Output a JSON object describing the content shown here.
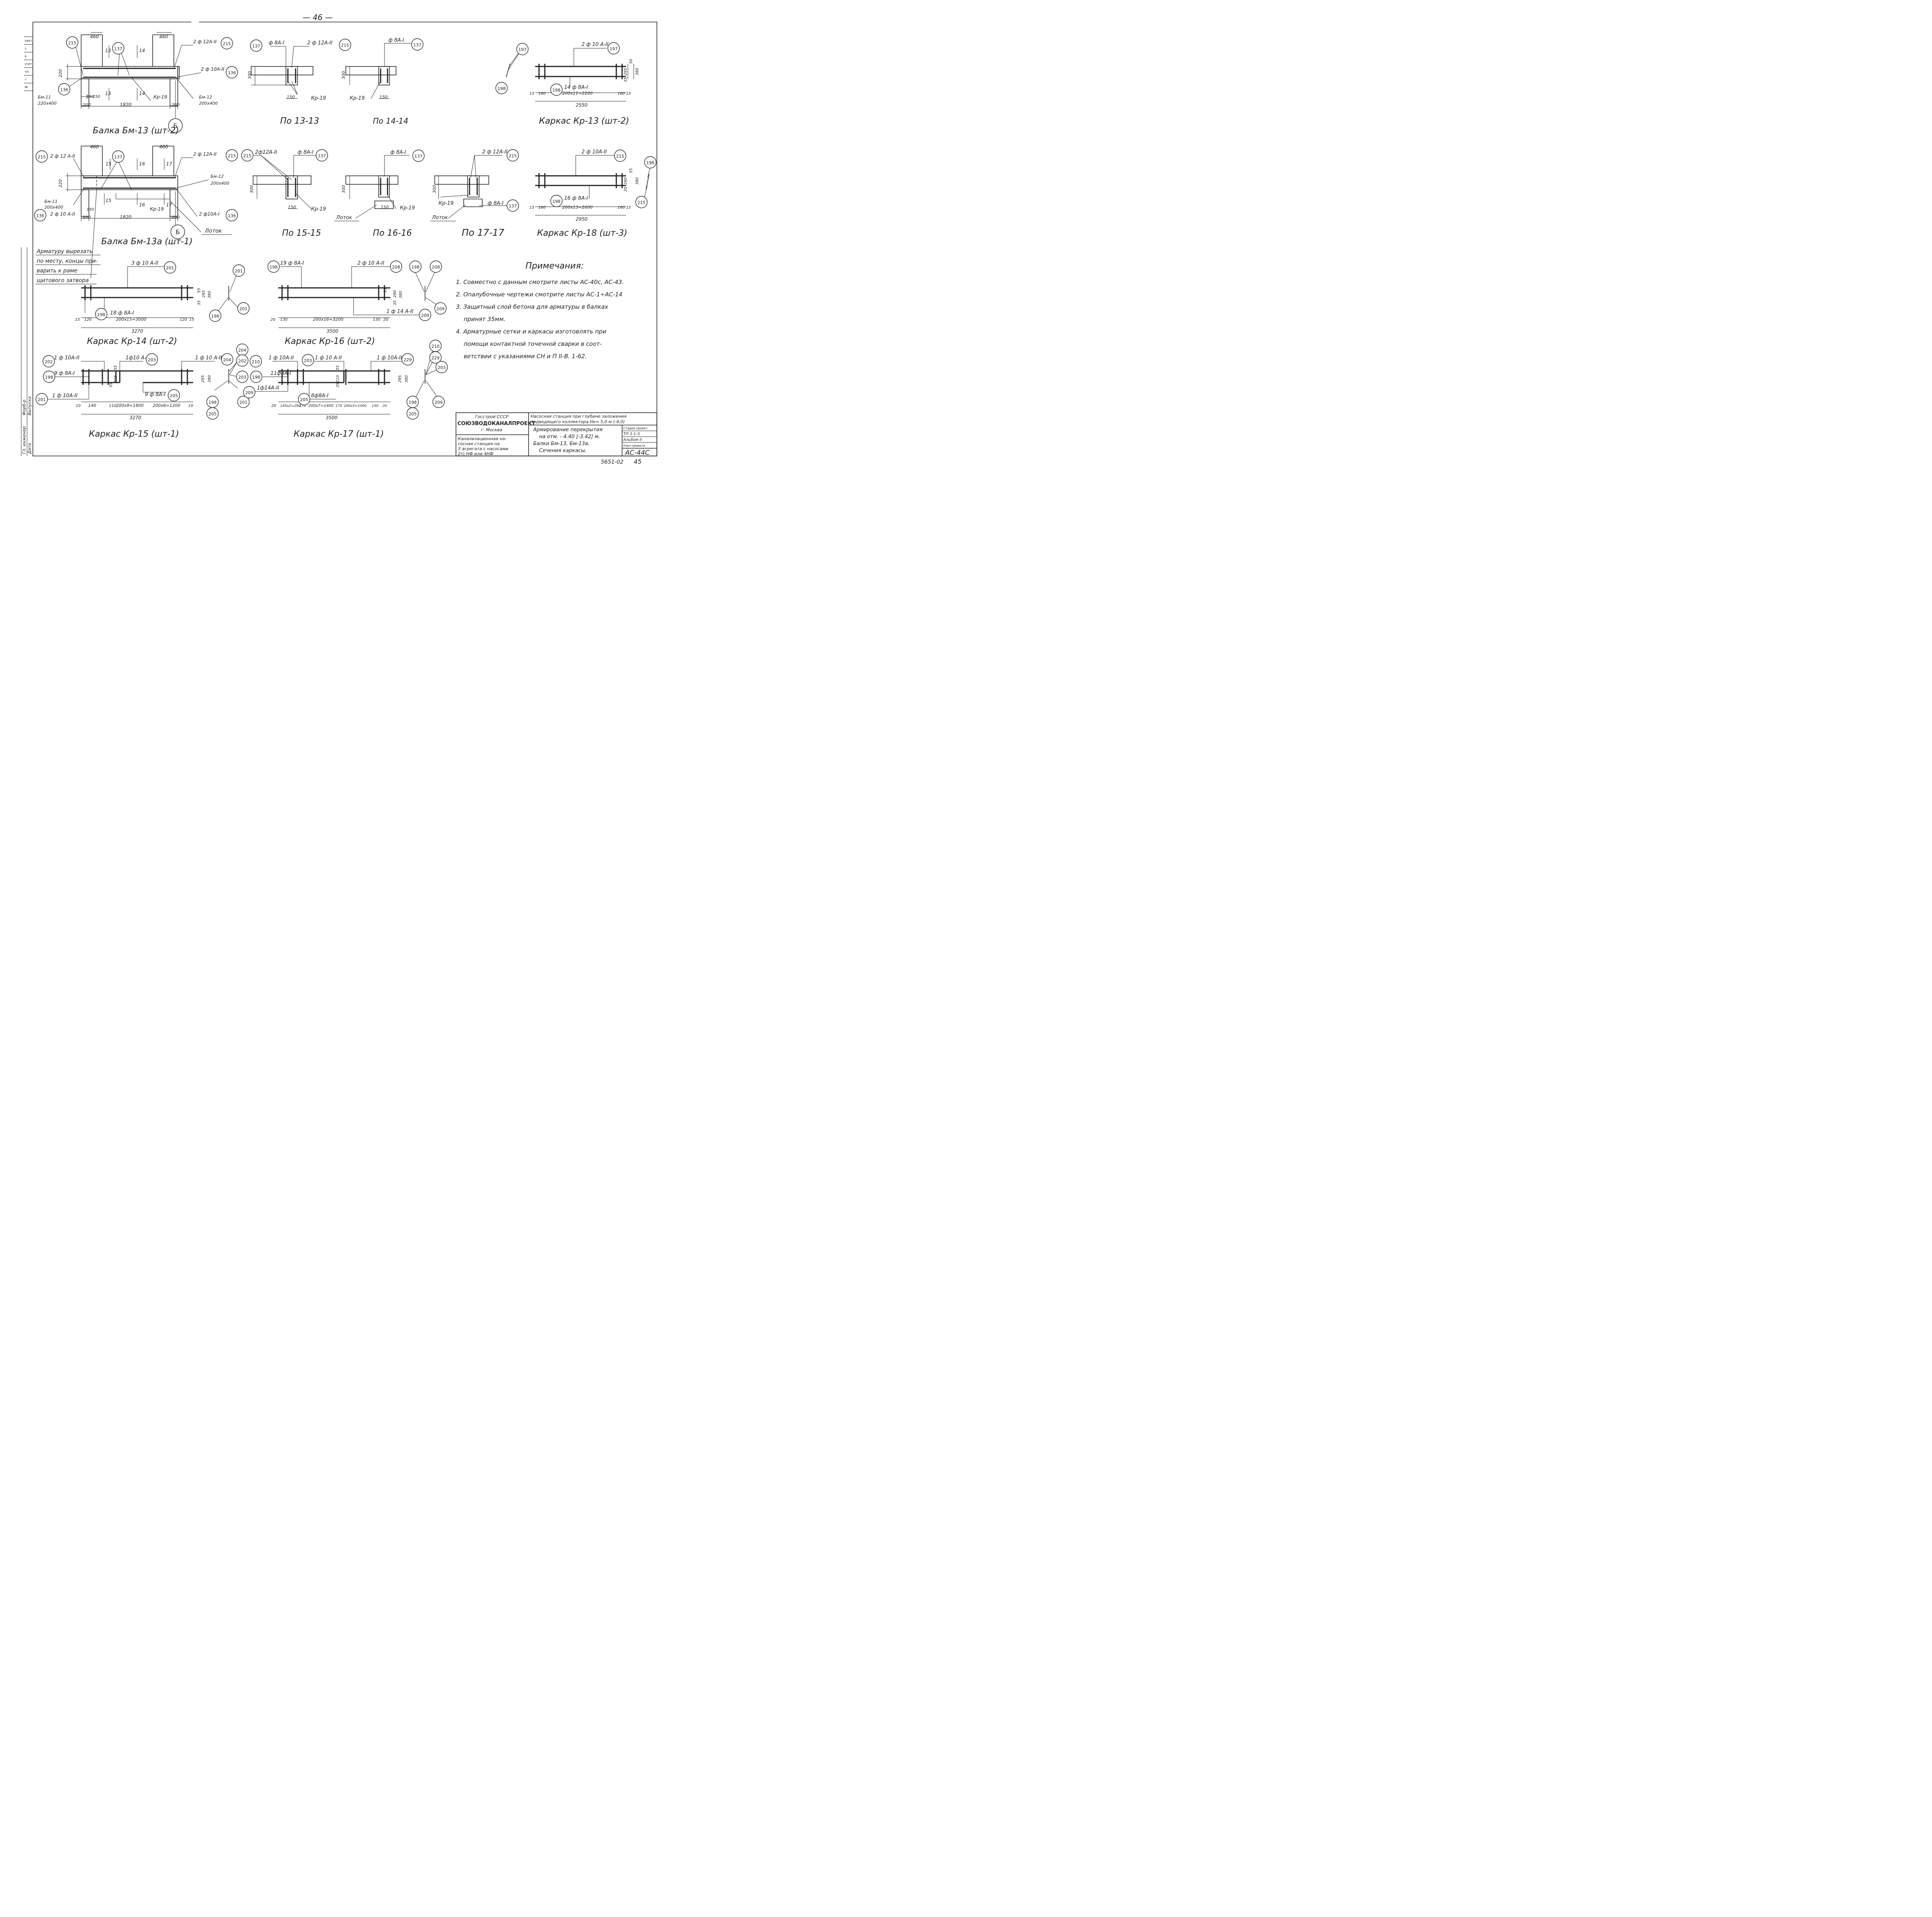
{
  "page_number": "— 46 —",
  "left_strip": [
    "оект",
    "з",
    "в",
    "учет",
    "ч/с",
    "√",
    "№"
  ],
  "left_strip_stamp": {
    "lines": [
      "Гл. инженер",
      "Дата",
      "Форб-р",
      "Выпуска"
    ]
  },
  "views": {
    "bm13": {
      "title": "Балка Бм-13 (шт-2)",
      "dims": [
        "460",
        "460",
        "220",
        "150",
        "150",
        "200",
        "1820",
        "200"
      ],
      "labels": [
        "2 ф 12А-II",
        "2 ф 10А-II",
        "Бм-11",
        "220х400",
        "Бм-12",
        "200х400",
        "Кр-19",
        "13",
        "13",
        "14",
        "14"
      ],
      "marks": [
        "215",
        "137",
        "215",
        "136",
        "136"
      ],
      "axis": "Б"
    },
    "bm13a": {
      "title": "Балка Бм-13а (шт-1)",
      "dims": [
        "460",
        "460",
        "220",
        "150",
        "200",
        "1820",
        "200"
      ],
      "labels": [
        "2 ф 12 А-II",
        "2 ф 12А-II",
        "Бм-12",
        "200х400",
        "Бм-11",
        "200х400",
        "2 ф 10 А-II",
        "2 ф10А-I",
        "Кр-19",
        "Лоток",
        "15",
        "15",
        "16",
        "16",
        "17",
        "17"
      ],
      "marks": [
        "215",
        "137",
        "215",
        "136",
        "136"
      ],
      "axis": "Б"
    },
    "sec13": {
      "title": "По 13-13",
      "dims": [
        "300",
        "150"
      ],
      "labels": [
        "ф 8А-I",
        "2 ф 12А-II",
        "Кр-19"
      ],
      "marks": [
        "137",
        "215"
      ]
    },
    "sec14": {
      "title": "По 14-14",
      "dims": [
        "300",
        "150"
      ],
      "labels": [
        "ф 8А-I",
        "Кр-19"
      ],
      "marks": [
        "137"
      ]
    },
    "sec15": {
      "title": "По 15-15",
      "dims": [
        "300",
        "150"
      ],
      "labels": [
        "2ф12А-II",
        "ф 8А-I",
        "Кр-19"
      ],
      "marks": [
        "215",
        "137"
      ]
    },
    "sec16": {
      "title": "По 16-16",
      "dims": [
        "300",
        "150"
      ],
      "labels": [
        "ф 8А-I",
        "Кр-19",
        "Лоток"
      ],
      "marks": [
        "137"
      ]
    },
    "sec17": {
      "title": "По 17-17",
      "dims": [
        "300"
      ],
      "labels": [
        "2 ф 12А-II",
        "Кр-19",
        "ф 8А-I",
        "Лоток"
      ],
      "marks": [
        "215",
        "137"
      ]
    },
    "kr13": {
      "title": "Каркас Кр-13 (шт-2)",
      "dims": [
        "50",
        "295",
        "380",
        "35",
        "15",
        "160",
        "200х11=2200",
        "160",
        "15",
        "2550"
      ],
      "labels": [
        "2 ф 10 А-II",
        "14 ф 8А-I"
      ],
      "marks": [
        "197",
        "198",
        "198",
        "197"
      ]
    },
    "kr18": {
      "title": "Каркас Кр-18 (шт-3)",
      "dims": [
        "55",
        "290",
        "380",
        "35",
        "15",
        "160",
        "200х13=2600",
        "160",
        "15",
        "2950"
      ],
      "labels": [
        "2 ф 10А-II",
        "16 ф 8А-I"
      ],
      "marks": [
        "215",
        "198",
        "198",
        "215"
      ]
    },
    "kr14": {
      "title": "Каркас Кр-14 (шт-2)",
      "dims": [
        "55",
        "295",
        "380",
        "35",
        "15",
        "120",
        "200х15=3000",
        "120",
        "15",
        "3270"
      ],
      "labels": [
        "3 ф 10 А-II",
        "18 ф 8А-I"
      ],
      "marks": [
        "201",
        "198",
        "201",
        "198",
        "201"
      ]
    },
    "kr16": {
      "title": "Каркас Кр-16 (шт-2)",
      "dims": [
        "55",
        "290",
        "380",
        "35",
        "20",
        "130",
        "200х16=3200",
        "130",
        "20",
        "3500"
      ],
      "labels": [
        "19 ф 8А-I",
        "2 ф 10 А-II",
        "1 ф 14 А-II"
      ],
      "marks": [
        "198",
        "208",
        "209",
        "198",
        "208",
        "209"
      ]
    },
    "kr15": {
      "title": "Каркас Кр-15 (шт-1)",
      "dims": [
        "55",
        "215",
        "35",
        "295",
        "380",
        "10",
        "140",
        "110",
        "200х9=1800",
        "200х6=1200",
        "10",
        "3270"
      ],
      "labels": [
        "1 ф 10А-II",
        "1ф10 А-II",
        "1 ф 10 А-II",
        "9 ф 8А-I",
        "1 ф 10А-II",
        "9 ф 8А-I"
      ],
      "marks": [
        "202",
        "203",
        "204",
        "198",
        "201",
        "205",
        "204",
        "202",
        "203",
        "198",
        "205",
        "201"
      ]
    },
    "kr17": {
      "title": "Каркас Кр-17 (шт-1)",
      "dims": [
        "55",
        "210",
        "35",
        "295",
        "380",
        "20",
        "145х2=290",
        "170",
        "200х7=1400",
        "170",
        "200х5=1000",
        "150",
        "20",
        "3500"
      ],
      "labels": [
        "1 ф 10А-II",
        "11ф8А-I",
        "1ф14А-II",
        "1 ф 10 А-II",
        "8ф8А-I",
        "1 ф 10А-II"
      ],
      "marks": [
        "210",
        "198",
        "209",
        "203",
        "205",
        "229",
        "210",
        "229",
        "203",
        "198",
        "205",
        "209"
      ]
    }
  },
  "cut_note": [
    "Арматуру вырезать",
    "по месту, концы при-",
    "варить к раме",
    "щитового затвора"
  ],
  "notes": {
    "heading": "Примечания:",
    "items": [
      "1. Совместно с данным смотрите листы АС-40с, АС-43.",
      "2. Опалубочные чертежи смотрите листы АС-1÷АС-14",
      "3. Защитный слой бетона для арматуры в балках",
      "принят 35мм.",
      "4. Арматурные сетки и каркасы изготовлять при",
      "помощи контактной точечной сварки в соот-",
      "ветствии с указаниями СН и П II-В. 1-62."
    ]
  },
  "title_block": {
    "org_top": "Госстрой СССР",
    "org": "СОЮЗВОДОКАНАЛПРОЕКТ",
    "city": "г. Москва",
    "station": [
      "Канализационная на-",
      "сосная станция на",
      "3 агрегата с насосами",
      "2½ НФ или 4НФ"
    ],
    "project": [
      "Насосная станция при глубине заложения",
      "подводящего коллектора Нк= 5,0 м (-4,0)"
    ],
    "sheet_title": [
      "Армирование перекрытия",
      "на отм. - 4.40 [-3.42] м.",
      "Балки Бм-13, Бм-13а.",
      "Сечения каркасы."
    ],
    "stage_cells": [
      "Стадия проект.",
      "ТП 3-1-5",
      "Альбом II",
      "Узел проекта"
    ],
    "sheet_code": "АС-44С",
    "sheet_no": "45",
    "inventory": "5651-02"
  }
}
